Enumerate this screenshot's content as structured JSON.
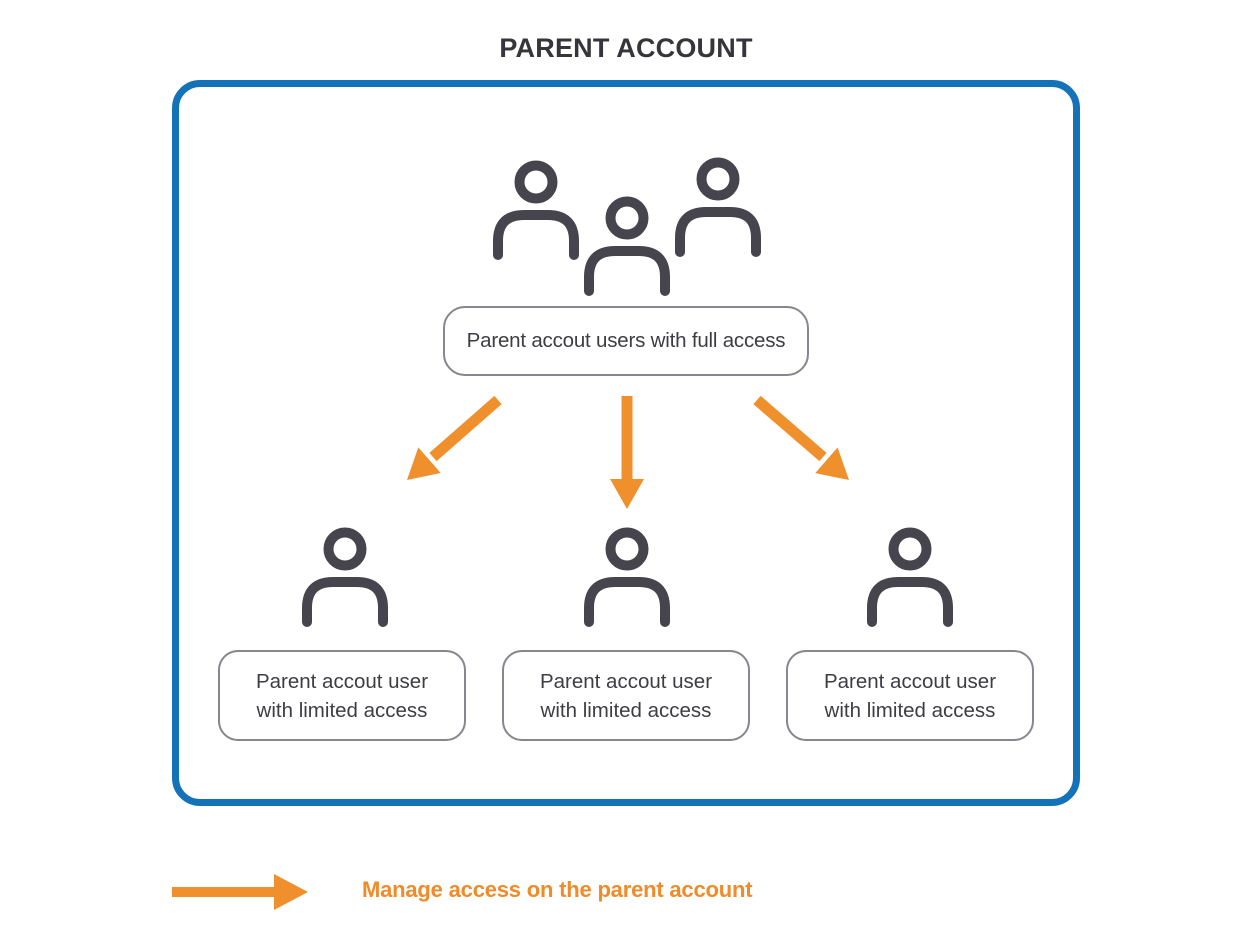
{
  "title": "PARENT ACCOUNT",
  "parent_account": {
    "users_group_icon": "three-users-outline",
    "full_access_label": "Parent accout users with full access",
    "branches": [
      {
        "user_icon": "single-user-outline",
        "label": "Parent accout user with limited access"
      },
      {
        "user_icon": "single-user-outline",
        "label": "Parent accout user with limited access"
      },
      {
        "user_icon": "single-user-outline",
        "label": "Parent accout user with limited access"
      }
    ]
  },
  "legend": {
    "arrow_icon": "orange-right-arrow",
    "label": "Manage access on the parent account"
  },
  "colors": {
    "container_border_blue": "#1473B8",
    "icon_dark_gray": "#46454E",
    "label_text_dark": "#3E3D44",
    "label_box_border_gray": "#86868E",
    "arrow_orange": "#F0902C",
    "legend_text_orange": "#F18A28"
  }
}
